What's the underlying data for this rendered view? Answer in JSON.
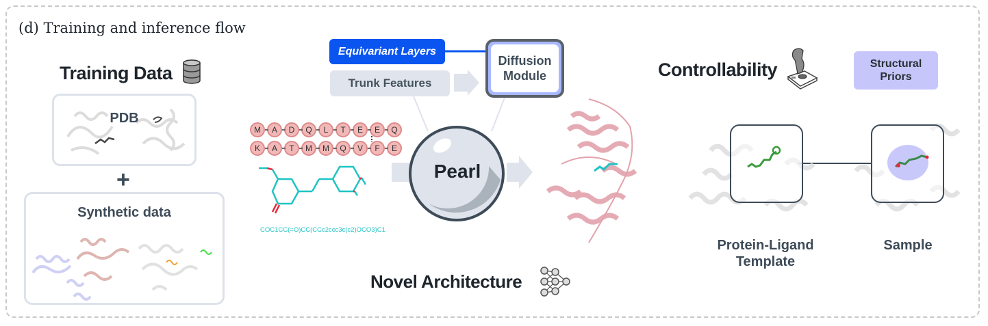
{
  "panel_title": "(d) Training and inference flow",
  "training": {
    "heading": "Training Data",
    "heading_icon": "database-icon",
    "pdb_label": "PDB",
    "plus": "+",
    "synthetic_label": "Synthetic data"
  },
  "architecture": {
    "equivariant_label": "Equivariant Layers",
    "trunk_label": "Trunk Features",
    "diffusion_line1": "Diffusion",
    "diffusion_line2": "Module",
    "model_name": "Pearl",
    "heading": "Novel Architecture",
    "heading_icon": "neural-network-icon"
  },
  "inputs": {
    "sequence_row1": [
      "M",
      "A",
      "D",
      "Q",
      "L",
      "T",
      "E",
      "E",
      "Q"
    ],
    "sequence_row2": [
      "K",
      "A",
      "T",
      "M",
      "M",
      "Q",
      "V",
      "F",
      "E"
    ],
    "smiles": "COC1CC(=O)CC(CCc2ccc3c(c2)OCO3)C1"
  },
  "controllability": {
    "heading": "Controllability",
    "heading_icon": "joystick-icon",
    "priors_line1": "Structural",
    "priors_line2": "Priors",
    "template_line1": "Protein-Ligand",
    "template_line2": "Template",
    "sample_label": "Sample"
  },
  "colors": {
    "accent_blue": "#0a55f0",
    "diffusion_border": "#a8b8ff",
    "priors_bg": "#c7c6fa",
    "protein_pink": "#e3a2ac",
    "ligand_cyan": "#1fc4c4",
    "ligand_green": "#3a9a3a"
  }
}
